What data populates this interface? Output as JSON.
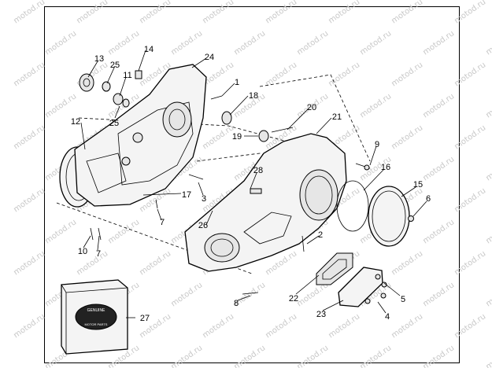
{
  "watermark": "motod.ru",
  "box_label": {
    "logo_line1": "GENUINE",
    "logo_line2": "MOTOR PARTS"
  },
  "callouts": [
    "13",
    "25",
    "14",
    "24",
    "11",
    "1",
    "18",
    "20",
    "12",
    "25",
    "21",
    "19",
    "9",
    "16",
    "28",
    "15",
    "17",
    "3",
    "6",
    "7",
    "26",
    "2",
    "10",
    "7",
    "22",
    "5",
    "8",
    "27",
    "23",
    "4"
  ]
}
